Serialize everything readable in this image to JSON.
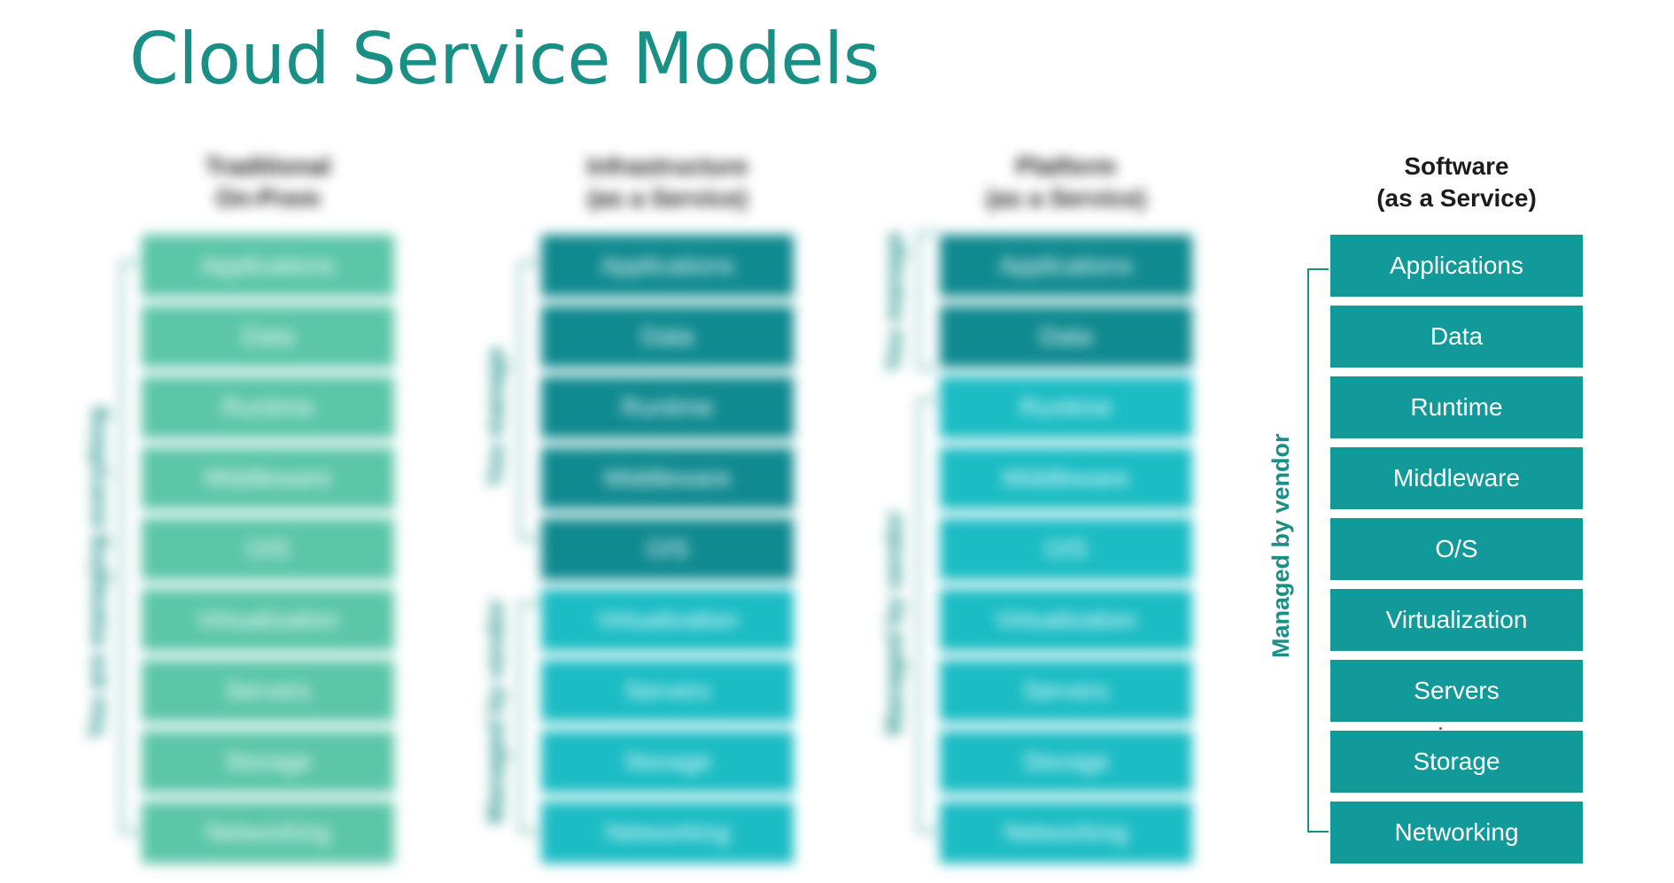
{
  "title": "Cloud Service Models",
  "layers": [
    "Applications",
    "Data",
    "Runtime",
    "Middleware",
    "O/S",
    "Virtualization",
    "Servers",
    "Storage",
    "Networking"
  ],
  "models": [
    {
      "heading_line1": "Traditional",
      "heading_line2": "On-Prem",
      "bracket_labels": [
        "You are managing everything"
      ]
    },
    {
      "heading_line1": "Infrastructure",
      "heading_line2": "(as a Service)",
      "bracket_labels": [
        "You manage",
        "Managed by vendor"
      ]
    },
    {
      "heading_line1": "Platform",
      "heading_line2": "(as a Service)",
      "bracket_labels": [
        "You manage",
        "Managed by vendor"
      ]
    },
    {
      "heading_line1": "Software",
      "heading_line2": "(as a Service)",
      "bracket_labels": [
        "Managed by vendor"
      ]
    }
  ],
  "colors": {
    "title": "#1a8f86",
    "traditional": "#5cc6a7",
    "user_managed_dark": "#0f8a8f",
    "vendor_light": "#1bbcc4",
    "saas": "#12999a",
    "bracket": "#1a8f86"
  }
}
